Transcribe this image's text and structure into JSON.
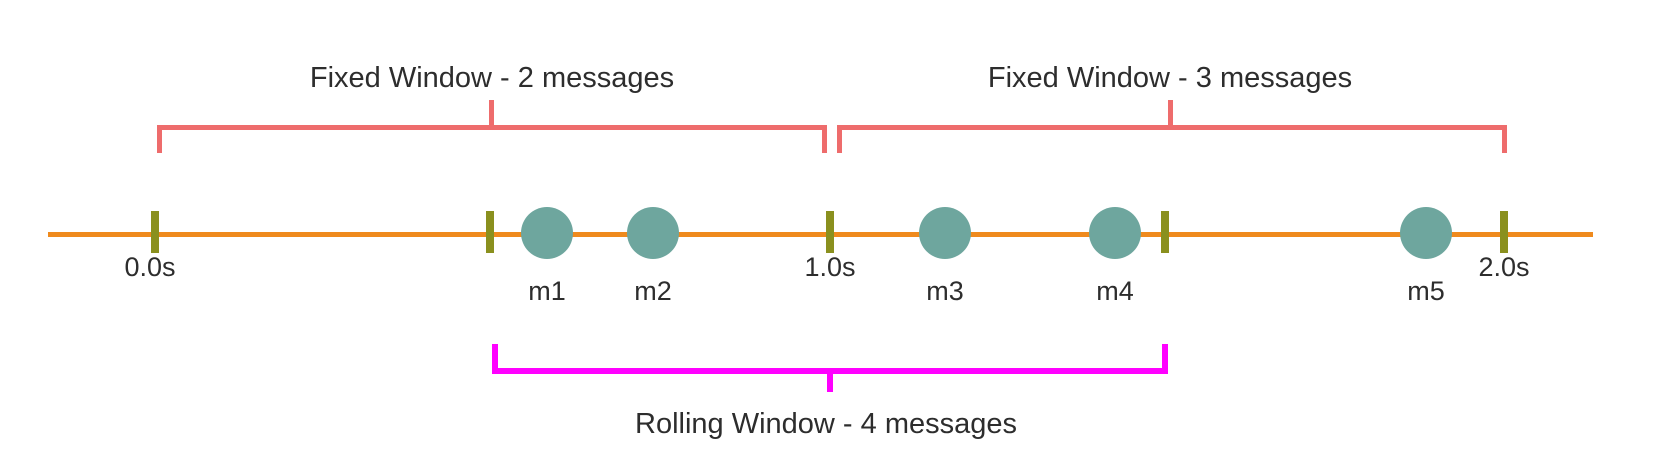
{
  "windows": {
    "fixed_window_1": {
      "label": "Fixed Window - 2 messages"
    },
    "fixed_window_2": {
      "label": "Fixed Window - 3 messages"
    },
    "rolling_window": {
      "label": "Rolling Window - 4 messages"
    }
  },
  "timeline": {
    "ticks": [
      {
        "label": "0.0s"
      },
      {
        "label": ""
      },
      {
        "label": "1.0s"
      },
      {
        "label": ""
      },
      {
        "label": "2.0s"
      }
    ],
    "messages": [
      {
        "label": "m1"
      },
      {
        "label": "m2"
      },
      {
        "label": "m3"
      },
      {
        "label": "m4"
      },
      {
        "label": "m5"
      }
    ]
  },
  "colors": {
    "timeline": "#ef8a1d",
    "tick": "#8a901e",
    "message": "#6ea69e",
    "fixed_window": "#ee6c6c",
    "rolling_window": "#ff00ff",
    "text": "#2d2d2d"
  }
}
